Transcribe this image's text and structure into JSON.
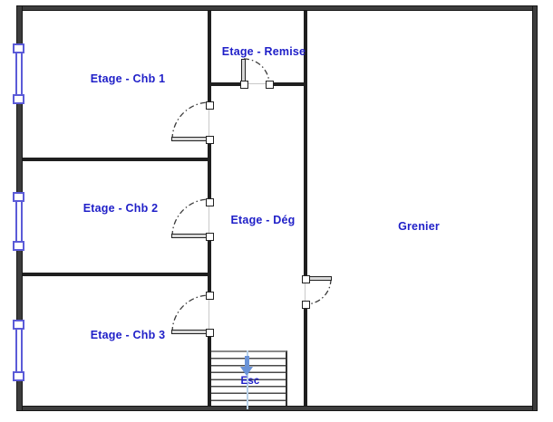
{
  "rooms": {
    "chb1": {
      "label": "Etage - Chb 1"
    },
    "remise": {
      "label": "Etage - Remise"
    },
    "chb2": {
      "label": "Etage - Chb 2"
    },
    "deg": {
      "label": "Etage - Dég"
    },
    "grenier": {
      "label": "Grenier"
    },
    "chb3": {
      "label": "Etage - Chb 3"
    }
  },
  "stairs": {
    "label": "Esc",
    "direction_icon": "down-arrow"
  },
  "symbols": {
    "windows_on_left_wall": 3,
    "doors": [
      "chb1-door",
      "chb2-door",
      "chb3-door",
      "remise-door",
      "grenier-door"
    ]
  },
  "colors": {
    "room_label": "#1f1fc8",
    "wall": "#2f2f2f",
    "window_blue": "#5b5bd8",
    "stairs_arrow_blue": "#6a93d8"
  }
}
